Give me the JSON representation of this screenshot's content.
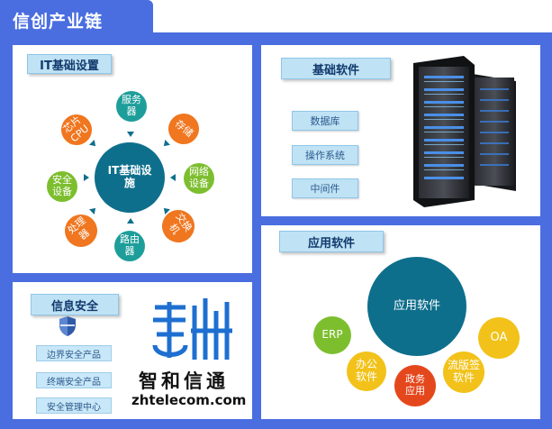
{
  "title": "信创产业链",
  "it_infra": {
    "header": "IT基础设置",
    "center": "IT基础设施",
    "nodes": [
      "服务器",
      "存储",
      "网络设备",
      "交换机",
      "路由器",
      "处理器",
      "安全设备",
      "芯片CPU"
    ]
  },
  "basic_software": {
    "header": "基础软件",
    "items": [
      "数据库",
      "操作系统",
      "中间件"
    ]
  },
  "app_software": {
    "header": "应用软件",
    "center": "应用软件",
    "nodes": [
      "ERP",
      "办公软件",
      "政务应用",
      "流版签软件",
      "OA"
    ]
  },
  "info_security": {
    "header": "信息安全",
    "items": [
      "边界安全产品",
      "终端安全产品",
      "安全管理中心"
    ]
  },
  "brand": {
    "name": "智和信通",
    "url": "zhtelecom.com"
  },
  "colors": {
    "frame": "#4a6ee0",
    "header_bg": "#bfe2f5",
    "teal": "#1e9e9a",
    "orange": "#f0761f",
    "green": "#7dbe2f"
  }
}
